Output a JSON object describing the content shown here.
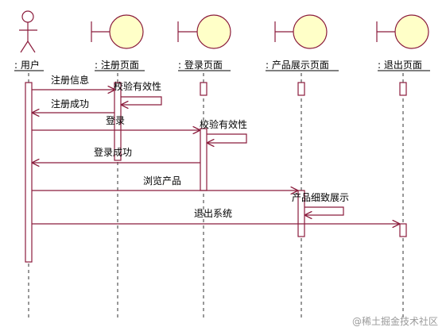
{
  "diagram": {
    "lifelines": [
      {
        "id": "user",
        "label": ": 用户",
        "kind": "actor"
      },
      {
        "id": "register",
        "label": ": 注册页面",
        "kind": "boundary"
      },
      {
        "id": "login",
        "label": ": 登录页面",
        "kind": "boundary"
      },
      {
        "id": "product",
        "label": ": 产品展示页面",
        "kind": "boundary"
      },
      {
        "id": "logout",
        "label": ": 退出页面",
        "kind": "boundary"
      }
    ],
    "messages": [
      {
        "label": "注册信息",
        "from": "user",
        "to": "register"
      },
      {
        "label": "校验有效性",
        "from": "register",
        "to": "register"
      },
      {
        "label": "注册成功",
        "from": "register",
        "to": "user"
      },
      {
        "label": "登录",
        "from": "user",
        "to": "login"
      },
      {
        "label": "校验有效性",
        "from": "login",
        "to": "login"
      },
      {
        "label": "登录成功",
        "from": "login",
        "to": "user"
      },
      {
        "label": "浏览产品",
        "from": "user",
        "to": "product"
      },
      {
        "label": "产品细致展示",
        "from": "product",
        "to": "product"
      },
      {
        "label": "退出系统",
        "from": "user",
        "to": "logout"
      }
    ],
    "colors": {
      "boundary_fill": "#ffffc8",
      "line": "#8b1c3c",
      "lifeline": "#333333"
    },
    "watermark": "@稀土掘金技术社区"
  }
}
